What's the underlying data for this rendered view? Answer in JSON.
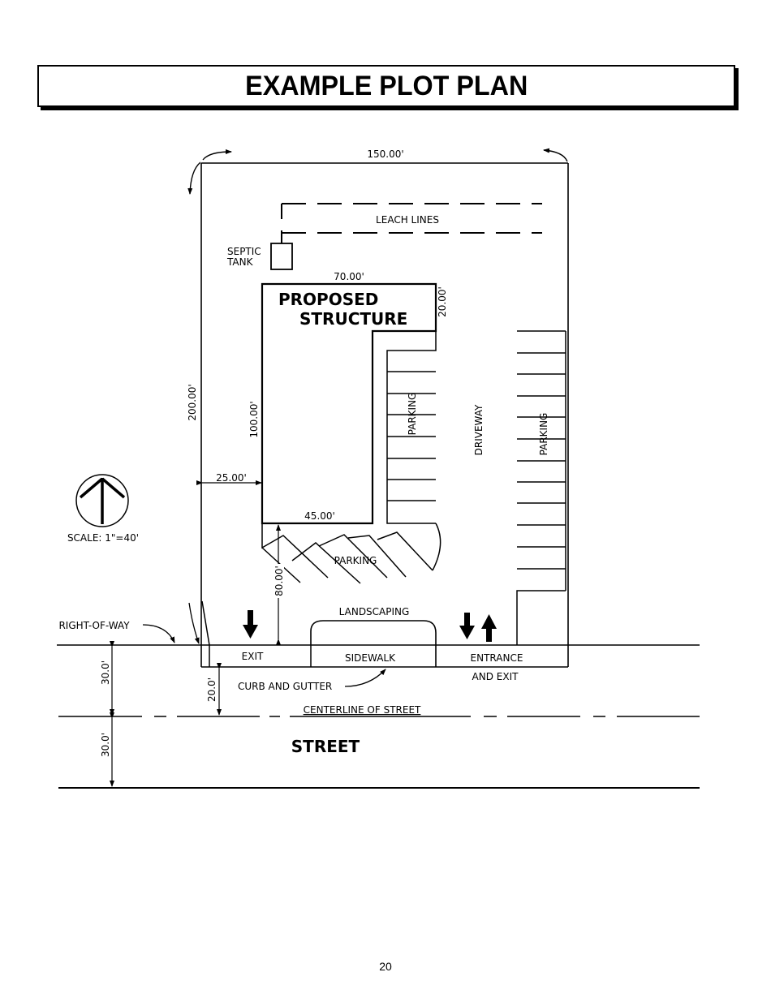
{
  "title": "EXAMPLE PLOT PLAN",
  "page_number": "20",
  "plan": {
    "lot_width_label": "150.00'",
    "lot_depth_label": "200.00'",
    "leach_lines_label": "LEACH LINES",
    "septic_tank_label_line1": "SEPTIC",
    "septic_tank_label_line2": "TANK",
    "structure_width_label": "70.00'",
    "structure_label_line1": "PROPOSED",
    "structure_label_line2": "STRUCTURE",
    "structure_wing_depth_label": "20.00'",
    "structure_depth_label": "100.00'",
    "structure_base_width_label": "45.00'",
    "side_setback_label": "25.00'",
    "front_setback_label": "80.00'",
    "parking_left_label": "PARKING",
    "parking_right_label": "PARKING",
    "parking_front_label": "PARKING",
    "driveway_label": "DRIVEWAY",
    "landscaping_label": "LANDSCAPING",
    "exit_label": "EXIT",
    "sidewalk_label": "SIDEWALK",
    "entrance_label_line1": "ENTRANCE",
    "entrance_label_line2": "AND EXIT",
    "right_of_way_label": "RIGHT-OF-WAY",
    "curb_label": "CURB AND GUTTER",
    "curb_to_centerline_label": "20.0'",
    "row_to_centerline_label": "30.0'",
    "centerline_to_edge_label": "30.0'",
    "centerline_label": "CENTERLINE OF STREET",
    "street_label": "STREET",
    "scale_label": "SCALE: 1\"=40'",
    "north_arrow_icon": "north-arrow-icon"
  }
}
